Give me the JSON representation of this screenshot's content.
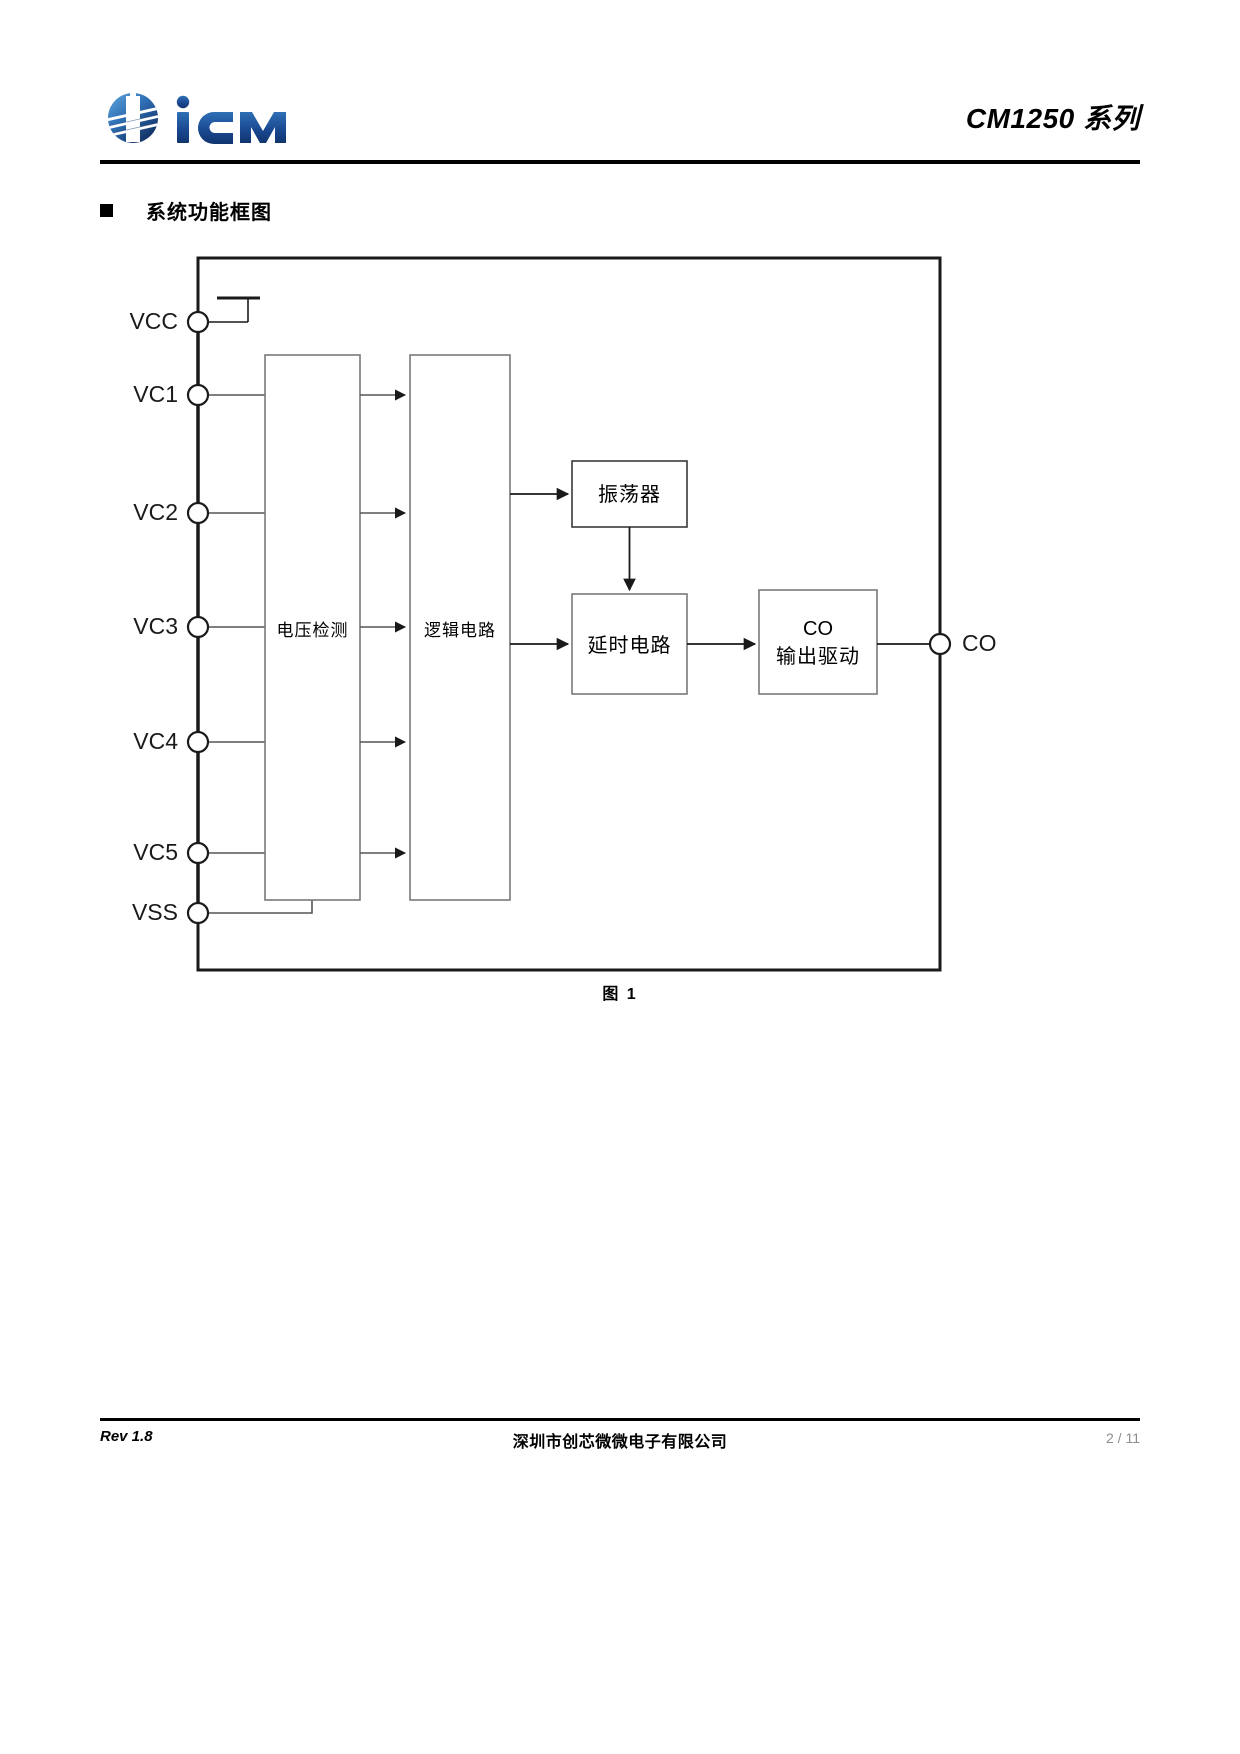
{
  "header": {
    "logo_text": "iCM",
    "logo_icon": "icm-battery-logo",
    "title": "CM1250 系列"
  },
  "section": {
    "bullet": "square-bullet",
    "title": "系统功能框图"
  },
  "diagram": {
    "caption": "图 1",
    "pins_left": [
      {
        "label": "VCC"
      },
      {
        "label": "VC1"
      },
      {
        "label": "VC2"
      },
      {
        "label": "VC3"
      },
      {
        "label": "VC4"
      },
      {
        "label": "VC5"
      },
      {
        "label": "VSS"
      }
    ],
    "pins_right": [
      {
        "label": "CO"
      }
    ],
    "blocks": [
      {
        "id": "voltage-detect",
        "label": "电压检测"
      },
      {
        "id": "logic-circuit",
        "label": "逻辑电路"
      },
      {
        "id": "oscillator",
        "label": "振荡器"
      },
      {
        "id": "delay-circuit",
        "label": "延时电路"
      },
      {
        "id": "co-output-driver",
        "label_line1": "CO",
        "label_line2": "输出驱动"
      }
    ]
  },
  "footer": {
    "revision": "Rev 1.8",
    "company": "深圳市创芯微微电子有限公司",
    "page": "2 / 11"
  },
  "colors": {
    "logo_dark_blue": "#12356f",
    "logo_mid_blue": "#2f6fb5",
    "logo_light_blue": "#5fa8dd",
    "rule_black": "#000000",
    "page_number_gray": "#8d8d8d",
    "block_border": "#7a7a7a",
    "wire_black": "#1a1a1a"
  }
}
